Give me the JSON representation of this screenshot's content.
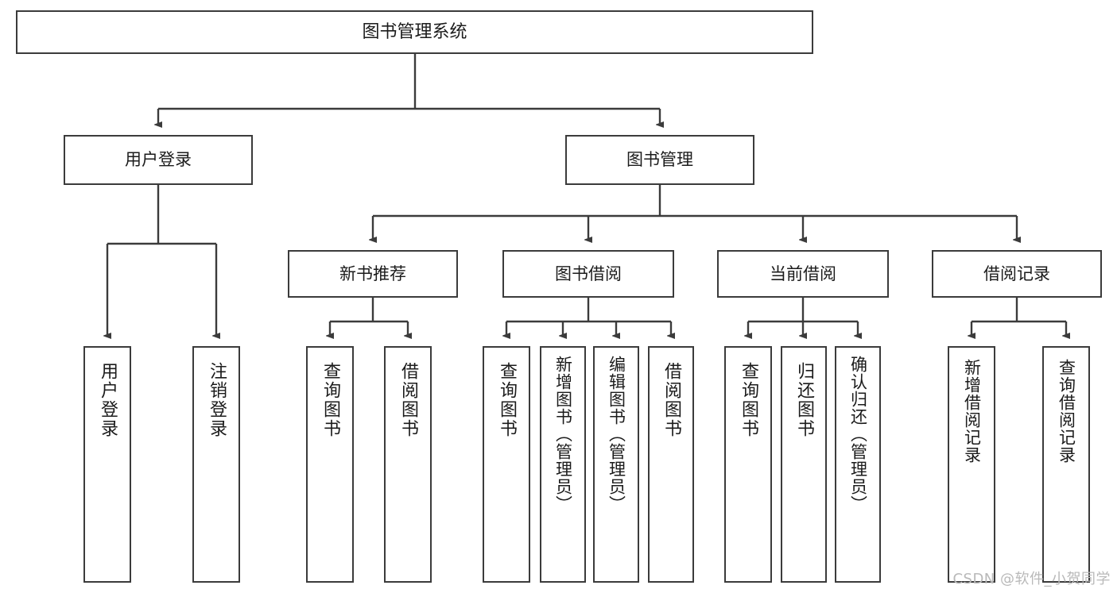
{
  "diagram": {
    "title": "图书管理系统",
    "watermark": "CSDN @软件_小贺同学",
    "stroke_color": "#3b3b3b",
    "text_color": "#1b1b1b",
    "background": "#ffffff",
    "watermark_color": "#b9b9b9"
  },
  "nodes": {
    "root": {
      "label": "图书管理系统",
      "level": 1
    },
    "l2": [
      {
        "label": "用户登录",
        "level": 2
      },
      {
        "label": "图书管理",
        "level": 2
      }
    ],
    "l3": [
      {
        "label": "新书推荐",
        "level": 3
      },
      {
        "label": "图书借阅",
        "level": 3
      },
      {
        "label": "当前借阅",
        "level": 3
      },
      {
        "label": "借阅记录",
        "level": 3
      }
    ],
    "leaves": {
      "user_login": [
        {
          "label": "用户登录"
        },
        {
          "label": "注销登录"
        }
      ],
      "new_book": [
        {
          "label": "查询图书"
        },
        {
          "label": "借阅图书"
        }
      ],
      "book_borrow": [
        {
          "label": "查询图书"
        },
        {
          "label": "新增图书（管理员）"
        },
        {
          "label": "编辑图书（管理员）"
        },
        {
          "label": "借阅图书"
        }
      ],
      "current_borrow": [
        {
          "label": "查询图书"
        },
        {
          "label": "归还图书"
        },
        {
          "label": "确认归还（管理员）"
        }
      ],
      "borrow_record": [
        {
          "label": "新增借阅记录"
        },
        {
          "label": "查询借阅记录"
        }
      ]
    }
  },
  "chart_data": {
    "type": "table",
    "title": "图书管理系统 功能结构图",
    "hierarchy": [
      {
        "name": "图书管理系统",
        "children": [
          {
            "name": "用户登录",
            "children": [
              {
                "name": "用户登录"
              },
              {
                "name": "注销登录"
              }
            ]
          },
          {
            "name": "图书管理",
            "children": [
              {
                "name": "新书推荐",
                "children": [
                  {
                    "name": "查询图书"
                  },
                  {
                    "name": "借阅图书"
                  }
                ]
              },
              {
                "name": "图书借阅",
                "children": [
                  {
                    "name": "查询图书"
                  },
                  {
                    "name": "新增图书（管理员）"
                  },
                  {
                    "name": "编辑图书（管理员）"
                  },
                  {
                    "name": "借阅图书"
                  }
                ]
              },
              {
                "name": "当前借阅",
                "children": [
                  {
                    "name": "查询图书"
                  },
                  {
                    "name": "归还图书"
                  },
                  {
                    "name": "确认归还（管理员）"
                  }
                ]
              },
              {
                "name": "借阅记录",
                "children": [
                  {
                    "name": "新增借阅记录"
                  },
                  {
                    "name": "查询借阅记录"
                  }
                ]
              }
            ]
          }
        ]
      }
    ]
  }
}
